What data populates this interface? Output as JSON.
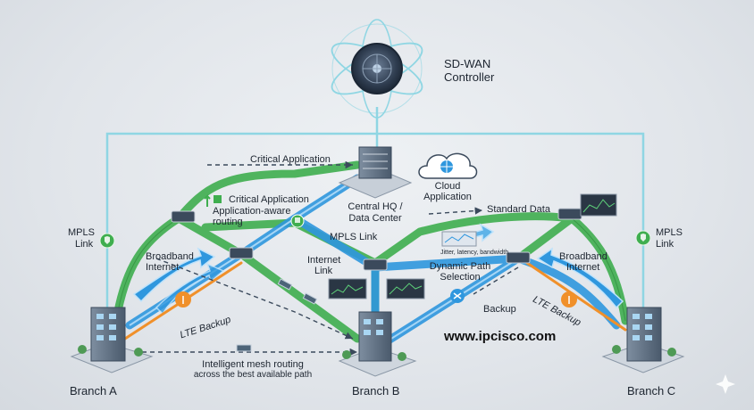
{
  "controller": {
    "label_line1": "SD-WAN",
    "label_line2": "Controller"
  },
  "hq": {
    "line1": "Central HQ /",
    "line2": "Data Center"
  },
  "cloud": {
    "line1": "Cloud",
    "line2": "Application"
  },
  "branches": {
    "a": "Branch A",
    "b": "Branch B",
    "c": "Branch C"
  },
  "links": {
    "mpls_left_1": "MPLS",
    "mpls_left_2": "Link",
    "mpls_right_1": "MPLS",
    "mpls_right_2": "Link",
    "mpls_center": "MPLS Link",
    "broadband_left_1": "Broadband",
    "broadband_left_2": "Internet",
    "broadband_right_1": "Broadband",
    "broadband_right_2": "Internet",
    "internet_1": "Internet",
    "internet_2": "Link",
    "lte_left": "LTE Backup",
    "lte_right": "LTE Backup",
    "backup": "Backup"
  },
  "flows": {
    "critical_top": "Critical Application",
    "critical_left_1": "Critical Application",
    "critical_left_2": "Application-aware",
    "critical_left_3": "routing",
    "standard_data": "Standard Data",
    "metrics": "Jitter, latency, bandwidth",
    "dynamic_1": "Dynamic Path",
    "dynamic_2": "Selection",
    "mesh_1": "Intelligent mesh routing",
    "mesh_2": "across the best available path"
  },
  "watermark": "www.ipcisco.com",
  "colors": {
    "mpls": "#3fae4f",
    "broadband": "#2f97de",
    "lte": "#f0902a",
    "controller_line": "#7fd0df",
    "node_dark": "#3b4a5c"
  }
}
